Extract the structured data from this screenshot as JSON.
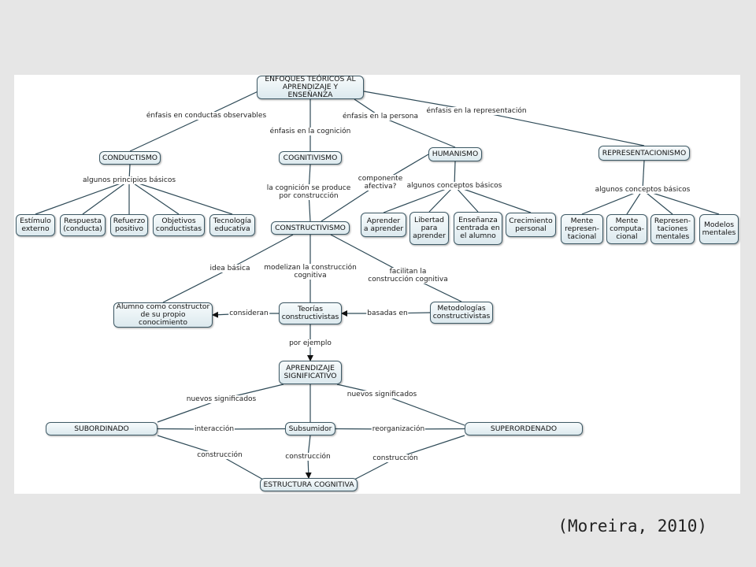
{
  "nodes": {
    "root": "ENFOQUES TEÓRICOS AL\nAPRENDIZAJE Y ENSEÑANZA",
    "conductismo": "CONDUCTISMO",
    "cognitivismo": "COGNITIVISMO",
    "humanismo": "HUMANISMO",
    "representacionismo": "REPRESENTACIONISMO",
    "estimulo": "Estímulo\nexterno",
    "respuesta": "Respuesta\n(conducta)",
    "refuerzo": "Refuerzo\npositivo",
    "objetivos": "Objetivos\nconductistas",
    "tecnologia": "Tecnología\neducativa",
    "constructivismo": "CONSTRUCTIVISMO",
    "aprender": "Aprender\na aprender",
    "libertad": "Libertad\npara\naprender",
    "ensenanza": "Enseñanza\ncentrada en\nel alumno",
    "crecimiento": "Crecimiento\npersonal",
    "mente_rep": "Mente\nrepresen-\ntacional",
    "mente_comp": "Mente\ncomputa-\ncional",
    "representaciones": "Represen-\ntaciones\nmentales",
    "modelos": "Modelos\nmentales",
    "alumno": "Alumno como constructor\nde su propio conocimiento",
    "teorias": "Teorías\nconstructivistas",
    "metodologias": "Metodologías\nconstructivistas",
    "aprendizaje": "APRENDIZAJE\nSIGNIFICATIVO",
    "subordinado": "SUBORDINADO",
    "subsumidor": "Subsumidor",
    "superordenado": "SUPERORDENADO",
    "estructura": "ESTRUCTURA COGNITIVA"
  },
  "labels": {
    "conductas": "énfasis en conductas observables",
    "cognicion": "énfasis en la cognición",
    "persona": "énfasis en la persona",
    "representacion": "énfasis en la representación",
    "principios": "algunos principios básicos",
    "construccion_cog": "la cognición se produce\npor construcción",
    "afectiva": "componente\nafectiva?",
    "conceptos_h": "algunos conceptos básicos",
    "conceptos_r": "algunos conceptos básicos",
    "idea": "idea básica",
    "modelizan": "modelizan la construcción\ncognitiva",
    "facilitan": "facilitan la\nconstrucción cognitiva",
    "consideran": "consideran",
    "basadas": "basadas en",
    "ejemplo": "por ejemplo",
    "nuevos_left": "nuevos significados",
    "nuevos_right": "nuevos significados",
    "interaccion": "interacción",
    "reorganizacion": "reorganización",
    "construccion_left": "construcción",
    "construccion_mid": "construcción",
    "construccion_right": "construcción"
  },
  "citation": "(Moreira, 2010)"
}
